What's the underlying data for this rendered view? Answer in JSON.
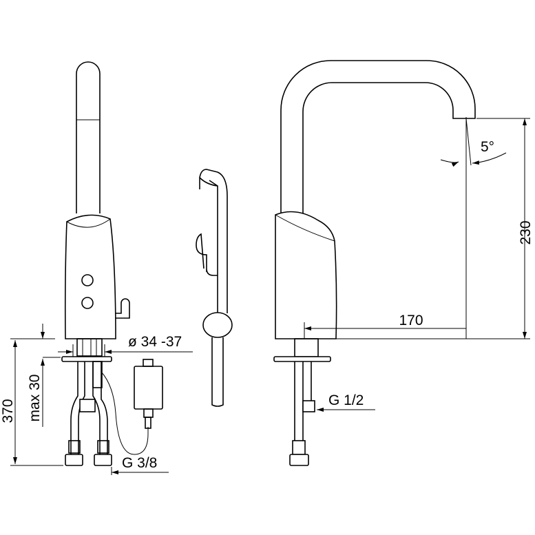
{
  "title": "Sensor basin mixer technical drawing",
  "dimensions": {
    "angle": "5°",
    "height_spout": "230",
    "reach": "170",
    "hole_diameter": "ø 34 -37",
    "total_length": "370",
    "max_thickness": "max 30",
    "connection_front": "G 3/8",
    "connection_side": "G 1/2"
  },
  "colors": {
    "line": "#000000",
    "background": "#ffffff"
  }
}
